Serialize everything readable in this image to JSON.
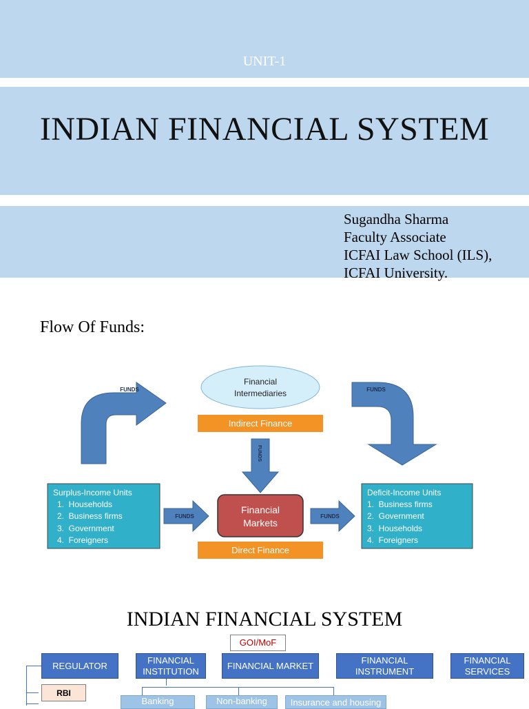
{
  "header": {
    "unit": "UNIT-1",
    "title": "INDIAN FINANCIAL SYSTEM",
    "author_lines": [
      "Sugandha Sharma",
      "Faculty Associate",
      "ICFAI Law School (ILS),",
      "ICFAI University."
    ]
  },
  "flow": {
    "heading": "Flow Of Funds:",
    "intermediaries": [
      "Financial",
      "Intermediaries"
    ],
    "indirect_finance": "Indirect Finance",
    "direct_finance": "Direct Finance",
    "markets": [
      "Financial",
      "Markets"
    ],
    "funds": "FUNDS",
    "surplus": {
      "title": "Surplus-Income Units",
      "items": [
        "1.  Households",
        "2.  Business firms",
        "3.  Government",
        "4.  Foreigners"
      ]
    },
    "deficit": {
      "title": "Deficit-Income Units",
      "items": [
        "1.  Business firms",
        "2.  Government",
        "3.  Households",
        "4.  Foreigners"
      ]
    },
    "colors": {
      "cyan": "#31b0c9",
      "orange": "#f39325",
      "arrow": "#4f81bd",
      "markets": "#c0504d",
      "ellipse": "#d5effa"
    }
  },
  "system": {
    "title": "INDIAN FINANCIAL SYSTEM",
    "goi": "GOI/MoF",
    "regulator": "REGULATOR",
    "rbi": "RBI",
    "institution": "FINANCIAL INSTITUTION",
    "market": "FINANCIAL MARKET",
    "instrument": "FINANCIAL INSTRUMENT",
    "services": "FINANCIAL SERVICES",
    "banking": "Banking",
    "nonbanking": "Non-banking",
    "insurance": "Insurance and housing"
  }
}
